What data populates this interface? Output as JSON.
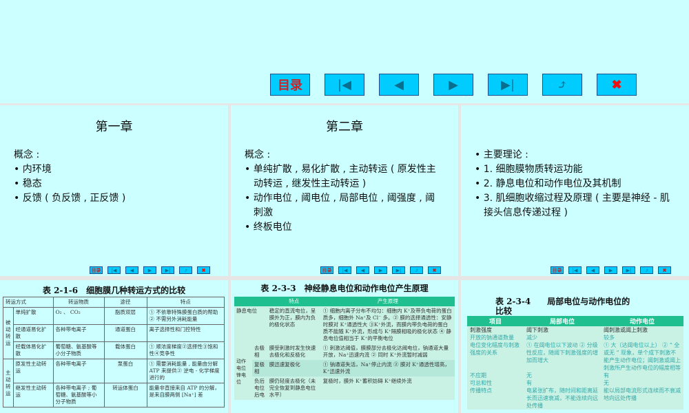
{
  "toolbar": {
    "toc_label": "目录",
    "buttons": [
      "first-icon",
      "prev-icon",
      "next-icon",
      "last-icon",
      "return-icon",
      "exit-icon"
    ]
  },
  "mini_nav": {
    "toc_label": "目录"
  },
  "slides": [
    {
      "title": "第一章",
      "heading": "概念 :",
      "items": [
        "内环境",
        "稳态",
        "反馈 ( 负反馈 , 正反馈 )"
      ]
    },
    {
      "title": "第二章",
      "heading": "概念 :",
      "items": [
        "单纯扩散 , 易化扩散 , 主动转运 ( 原发性主动转运 , 继发性主动转运 )",
        "动作电位 , 阈电位 , 局部电位 , 阈强度 , 阈刺激",
        "终板电位"
      ]
    },
    {
      "items": [
        "主要理论 :",
        "1. 细胞膜物质转运功能",
        "2. 静息电位和动作电位及其机制",
        "3. 肌细胞收缩过程及原理 ( 主要是神经 - 肌接头信息传递过程 )"
      ]
    }
  ],
  "table1": {
    "caption": "表 2-1-6　细胞膜几种转运方式的比较",
    "headers": [
      "转运方式",
      "转运物质",
      "途径",
      "特点"
    ],
    "groups": [
      "被动转运",
      "主动转运"
    ],
    "rows": [
      [
        "单纯扩散",
        "O₂ 、 CO₂",
        "脂质双层",
        "① 不依靠特殊膜蛋白质的帮助② 不需另外消耗能量"
      ],
      [
        "经通道易化扩散",
        "各种带电离子",
        "通道蛋白",
        "离子选择性和门控特性"
      ],
      [
        "经载体易化扩散",
        "葡萄糖、氨基酸等小分子物质",
        "载体蛋白",
        "① 顺浓度梯度②选择性③饱和性④竞争性"
      ],
      [
        "原发性主动转运",
        "各种带电离子",
        "泵蛋白",
        "① 需要消耗能量 , 能量由分解 ATP 来提供② 逆电 - 化学梯度进行的"
      ],
      [
        "继发性主动转运",
        "各种带电离子 ; 葡萄糖、氨基酸等小分子物质",
        "转运体蛋白",
        "能量非直接来自 ATP 的分解，是来自膜两侧 [Na⁺] 差"
      ]
    ]
  },
  "table2": {
    "caption": "表 2-3-3　神经静息电位和动作电位产生原理",
    "headers": [
      "",
      "特点",
      "产生原理"
    ],
    "resting": {
      "label": "静息电位",
      "feature": "稳定的直流电位，呈膜外为正，膜内为负的极化状态",
      "principle": "① 细胞内离子分布不均匀：细胞内 K⁺及带负电荷的蛋白质多，细胞外 Na⁺及 Cl⁻ 多。② 膜的选择通透性：安静时膜对 K⁺通透性大 ③K⁺外流，而膜内带负电荷的蛋白质不能随 K⁺外流，形成与 K⁺隔膜相吸的极化状态 ④ 静息电位值相当于 K⁺的平衡电位"
    },
    "action_label": "动作电位",
    "spike_label": "锋电位",
    "after_label": "后电",
    "rows": [
      {
        "phase": "去极相",
        "feature": "膜受刺激时发生快速去极化和反极化",
        "principle": "① 刺激达阈值，膜膜部分去极化达阈电位，钠通道大量开放，Na⁺迅速内流 ② 同时 K⁺外流暂时减弱"
      },
      {
        "phase": "复极相",
        "feature": "膜迅速复极化",
        "principle": "① 钠通道失活，Na⁺停止内流 ② 膜对 K⁺通透性增高，K⁺迅速外流"
      },
      {
        "phase": "负后电位",
        "feature": "膜仍轻度去极化（未完全恢复到静息电位水平）",
        "principle": "复极时，膜外 K⁺蓄积妨碍 K⁺继续外流"
      }
    ]
  },
  "table3": {
    "caption": "表 2-3-4　　局部电位与动作电位的比较",
    "headers": [
      "项目",
      "局部电位",
      "动作电位"
    ],
    "rows": [
      [
        "刺激强度",
        "阈下刺激",
        "阈刺激或阈上刺激"
      ],
      [
        "开放的钠通道数量",
        "减少",
        "较多"
      ],
      [
        "电位变化幅度与刺激强度的关系",
        "① 在阈电位以下波动 ② 分级性反应，随阈下刺激强度的增加而增大",
        "① 大（达阈电位以上） ② “ 全或无 ” 现象，单个成下刺激不能产生动作电位；阈刺激或阈上刺激所产生动作电位的幅度相等"
      ],
      [
        "不应期",
        "无",
        "有"
      ],
      [
        "可总和性",
        "有",
        "无"
      ],
      [
        "传播特点",
        "电紧张扩布，随时间和距离延长而迅速衰减，不能连续向远处传播",
        "能以局部电流形式连续而不衰减地向远处传播"
      ]
    ]
  }
}
